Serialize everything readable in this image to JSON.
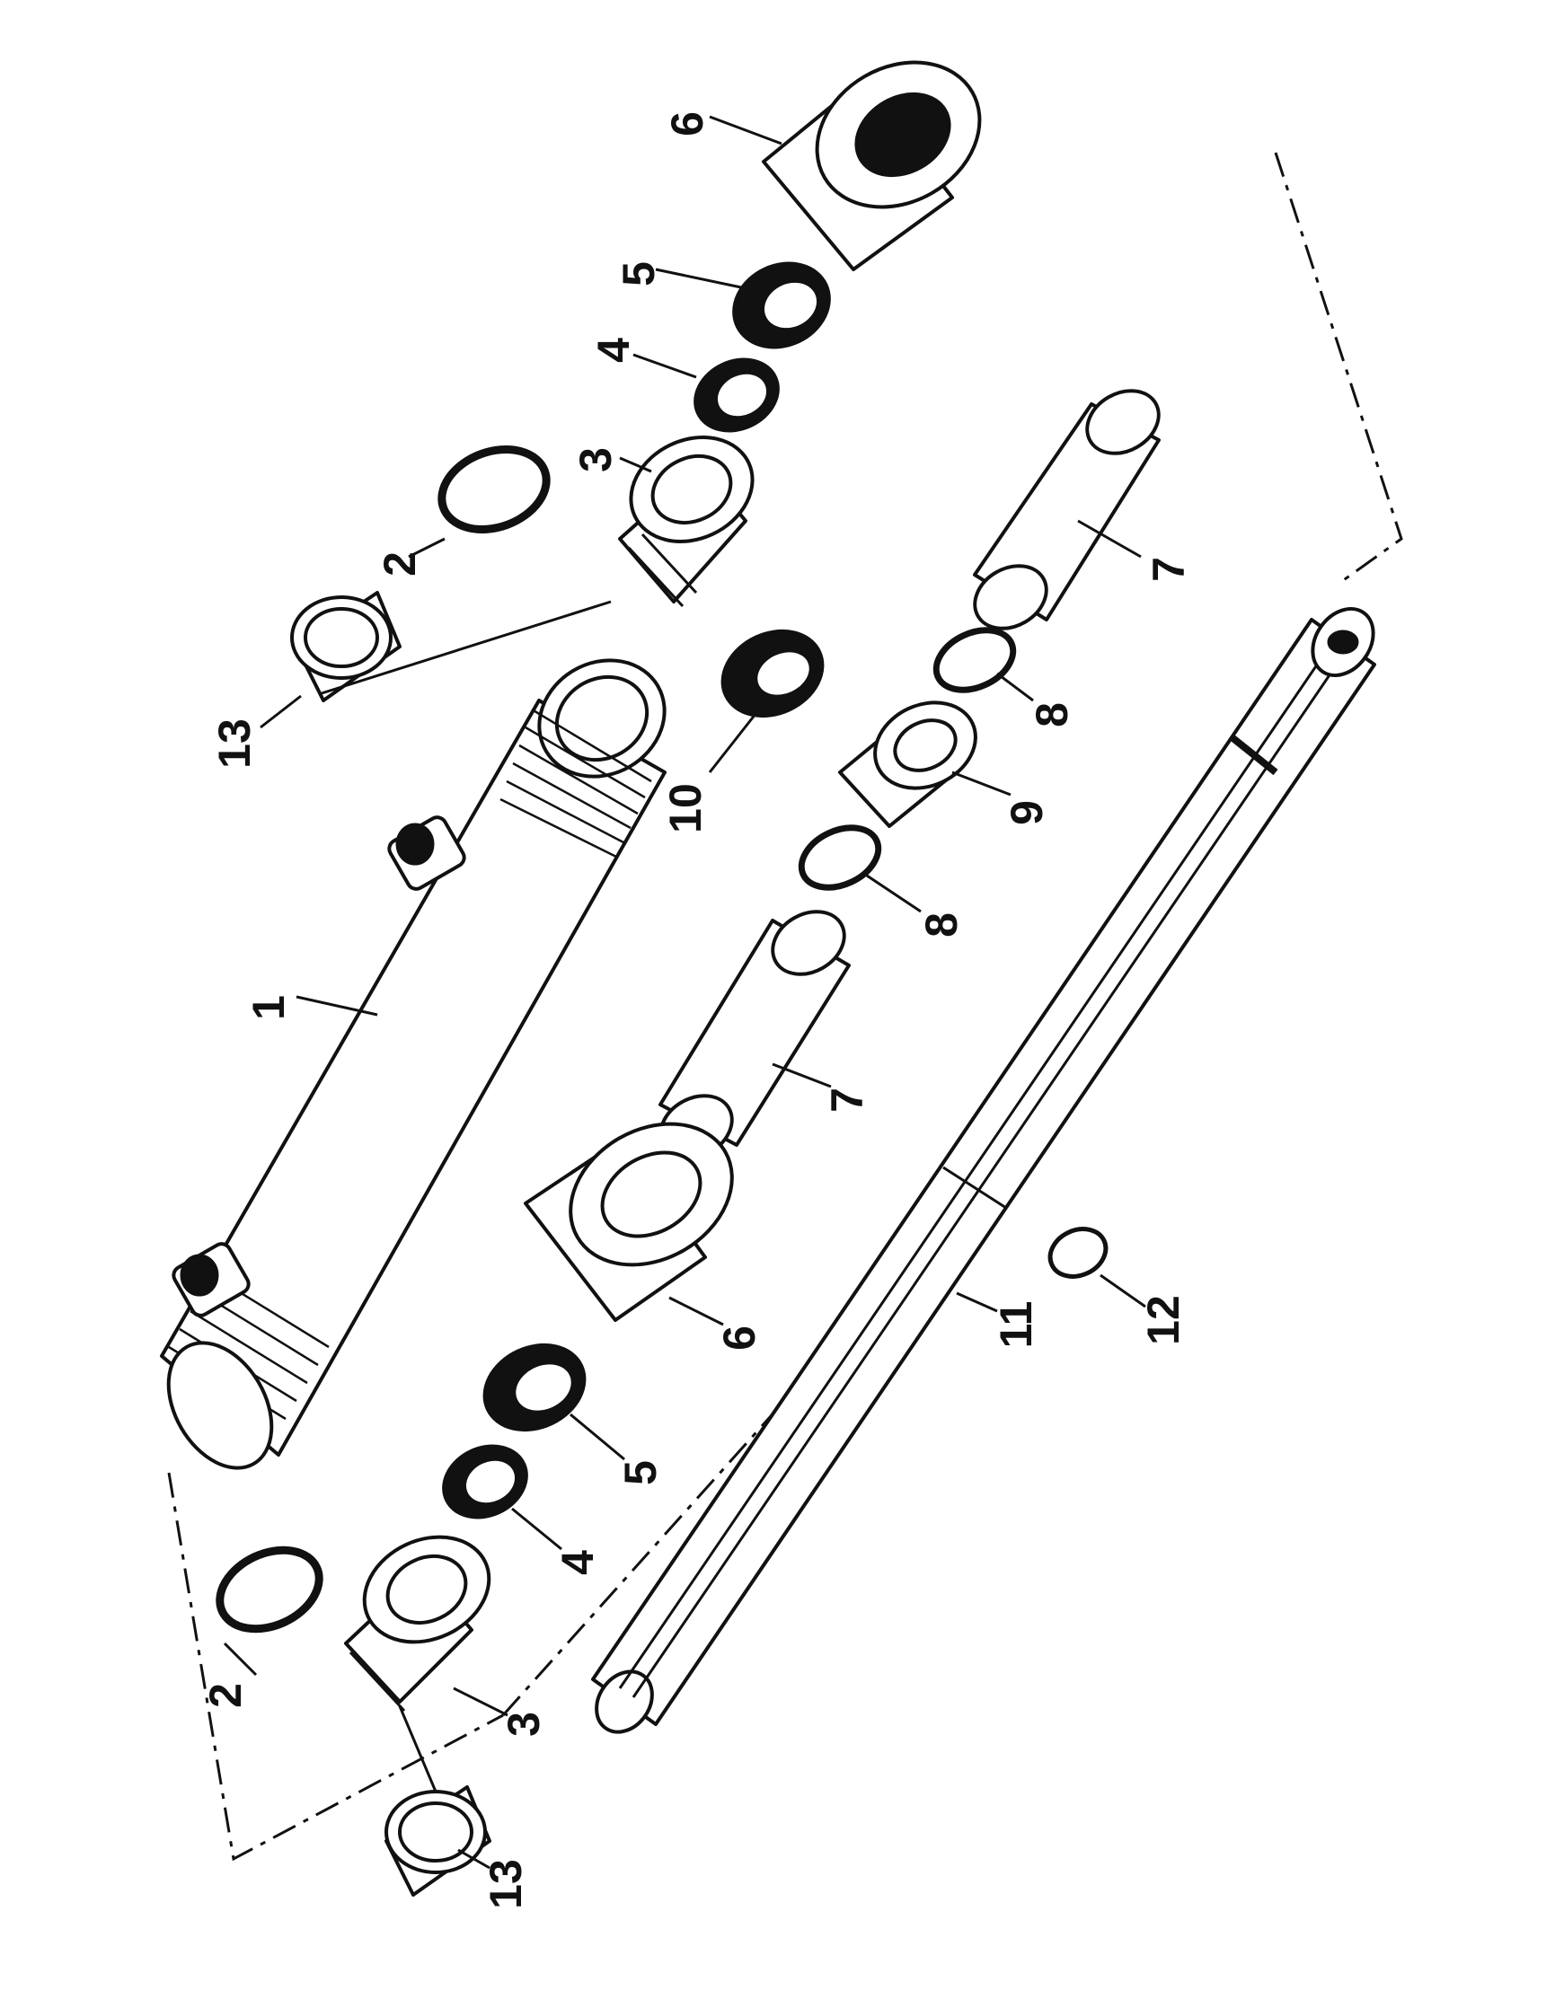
{
  "diagram": {
    "callouts": {
      "c1": "1",
      "c2_top": "2",
      "c2_bottom": "2",
      "c3_top": "3",
      "c3_bottom": "3",
      "c4_top": "4",
      "c4_bottom": "4",
      "c5_top": "5",
      "c5_bottom": "5",
      "c6_top": "6",
      "c6_mid": "6",
      "c7_right": "7",
      "c7_mid": "7",
      "c8_right": "8",
      "c8_mid": "8",
      "c9": "9",
      "c10": "10",
      "c11": "11",
      "c12": "12",
      "c13_top": "13",
      "c13_bottom": "13"
    }
  }
}
